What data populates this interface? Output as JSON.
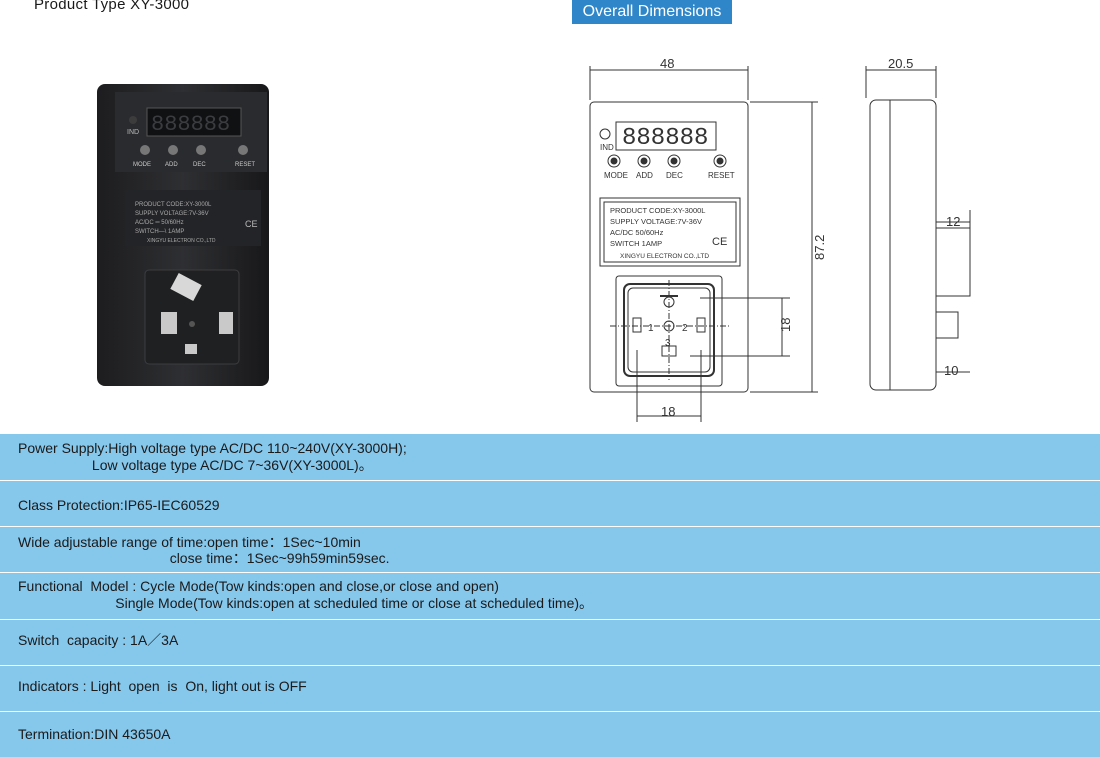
{
  "header": {
    "product_title": "Product Type XY-3000",
    "dimensions_badge": "Overall Dimensions"
  },
  "device": {
    "display": "888888",
    "ind_label": "IND",
    "buttons": [
      "MODE",
      "ADD",
      "DEC",
      "RESET"
    ],
    "label_lines": [
      "PRODUCT CODE:XY-3000L",
      "SUPPLY VOLTAGE:7V-36V",
      "AC/DC      50/60Hz",
      "SWITCH      1AMP",
      "XINGYU ELECTRON CO.,LTD"
    ],
    "photo_label_lines": [
      "PRODUCT CODE:XY-3000L",
      "SUPPLY VOLTAGE:7V-36V",
      "AC/DC  ═  50/60Hz",
      "SWITCH—\\ 1AMP",
      "XINGYU ELECTRON CO.,LTD"
    ],
    "ce_mark": "CE",
    "pin_labels": [
      "1",
      "2",
      "3"
    ]
  },
  "dimensions": {
    "width": "48",
    "height": "87.2",
    "depth": "20.5",
    "plug_depth": "12",
    "plug_bottom": "10",
    "socket_height": "18",
    "socket_width": "18"
  },
  "specs": [
    [
      "Power Supply:High voltage type AC/DC 110~240V(XY-3000H);",
      "                   Low voltage type AC/DC 7~36V(XY-3000L)。"
    ],
    [
      "Class Protection:IP65-IEC60529"
    ],
    [
      "Wide adjustable range of time:open time：1Sec~10min",
      "                                       close time：1Sec~99h59min59sec."
    ],
    [
      "Functional  Model : Cycle Mode(Tow kinds:open and close,or close and open)",
      "                         Single Mode(Tow kinds:open at scheduled time or close at scheduled time)。"
    ],
    [
      "Switch  capacity : 1A／3A"
    ],
    [
      "Indicators : Light  open  is  On, light out is OFF"
    ],
    [
      "Termination:DIN 43650A"
    ]
  ]
}
